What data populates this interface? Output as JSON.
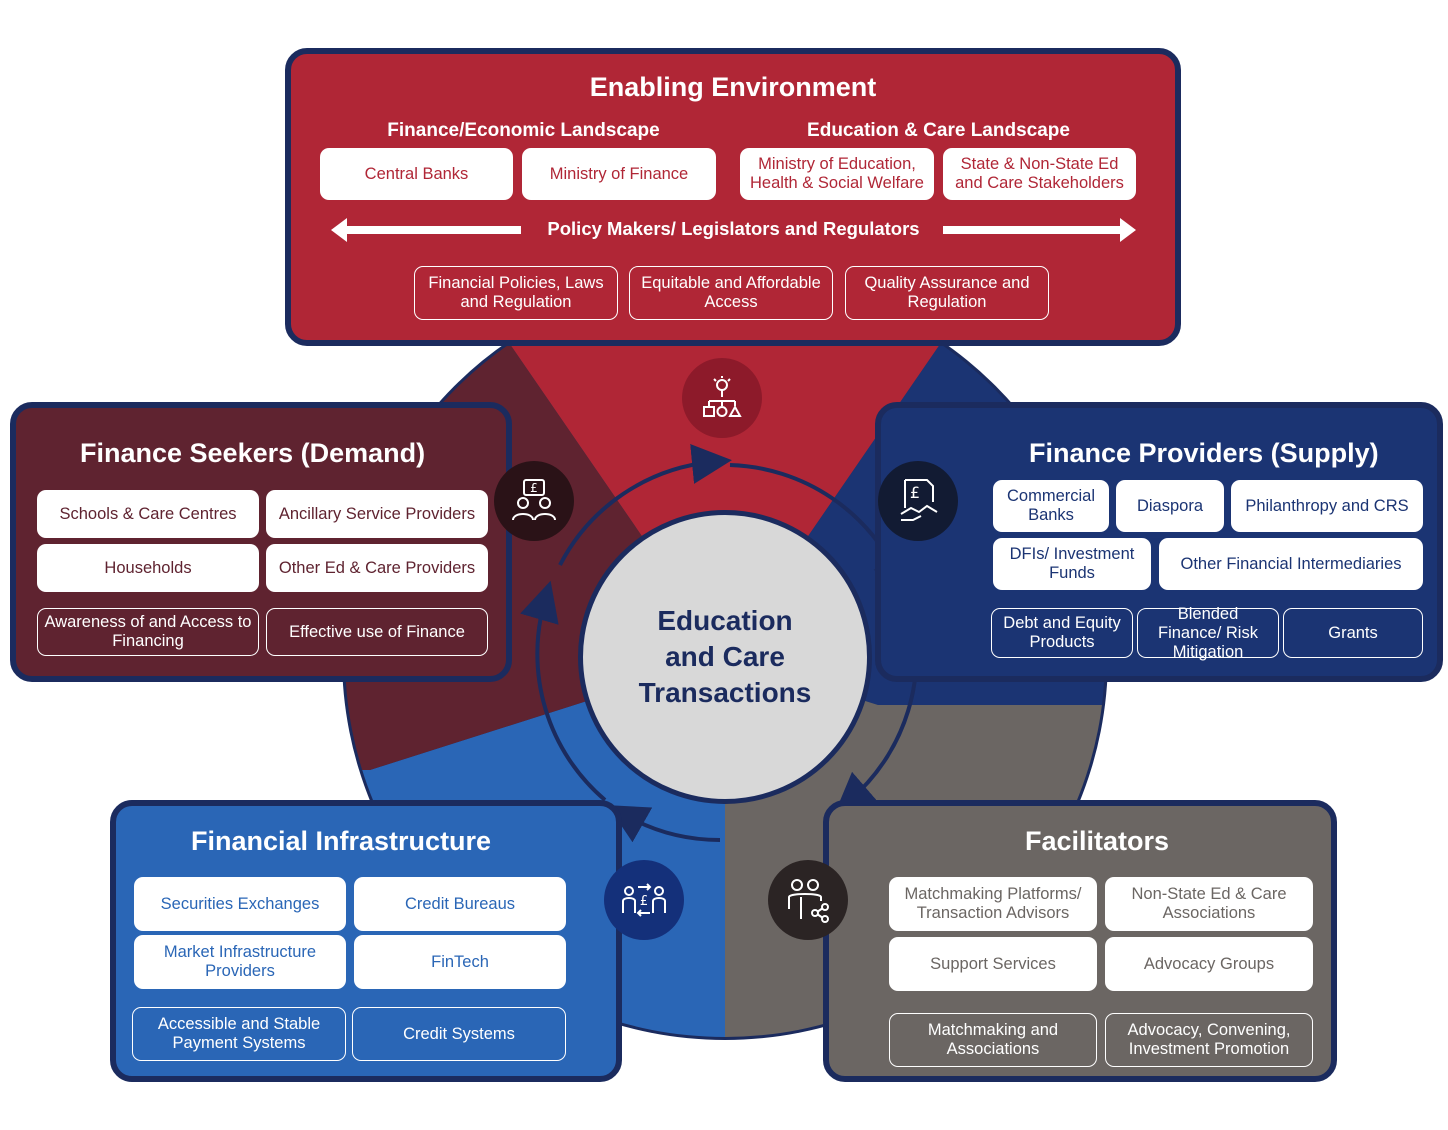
{
  "center": {
    "line1": "Education",
    "line2": "and Care",
    "line3": "Transactions"
  },
  "enabling": {
    "title": "Enabling Environment",
    "finance_landscape": "Finance/Economic Landscape",
    "education_landscape": "Education & Care Landscape",
    "boxes": [
      "Central Banks",
      "Ministry of Finance",
      "Ministry of Education, Health & Social Welfare",
      "State & Non-State Ed and Care Stakeholders"
    ],
    "policy_label": "Policy Makers/ Legislators and Regulators",
    "outline_boxes": [
      "Financial Policies, Laws and Regulation",
      "Equitable and Affordable Access",
      "Quality Assurance and Regulation"
    ]
  },
  "seekers": {
    "title": "Finance Seekers (Demand)",
    "boxes": [
      "Schools & Care Centres",
      "Ancillary Service Providers",
      "Households",
      "Other Ed & Care Providers"
    ],
    "outline_boxes": [
      "Awareness of and Access to Financing",
      "Effective use of Finance"
    ]
  },
  "providers": {
    "title": "Finance Providers (Supply)",
    "boxes": [
      "Commercial Banks",
      "Diaspora",
      "Philanthropy and CRS",
      "DFIs/ Investment Funds",
      "Other Financial Intermediaries"
    ],
    "outline_boxes": [
      "Debt and Equity Products",
      "Blended Finance/ Risk Mitigation",
      "Grants"
    ]
  },
  "infrastructure": {
    "title": "Financial Infrastructure",
    "boxes": [
      "Securities Exchanges",
      "Credit Bureaus",
      "Market Infrastructure Providers",
      "FinTech"
    ],
    "outline_boxes": [
      "Accessible and Stable Payment Systems",
      "Credit Systems"
    ]
  },
  "facilitators": {
    "title": "Facilitators",
    "boxes": [
      "Matchmaking Platforms/ Transaction Advisors",
      "Non-State Ed & Care Associations",
      "Support Services",
      "Advocacy Groups"
    ],
    "outline_boxes": [
      "Matchmaking and Associations",
      "Advocacy, Convening, Investment Promotion"
    ]
  },
  "icons": [
    "lightbulb-network-icon",
    "pound-chat-people-icon",
    "pound-document-handshake-icon",
    "people-exchange-icon",
    "people-network-icon"
  ],
  "colors": {
    "enabling": "#b02636",
    "seekers": "#5f2330",
    "providers": "#1b3473",
    "infrastructure": "#2a66b6",
    "facilitators": "#6b6663",
    "outline": "#1b2b5e",
    "center": "#d8d8d8"
  }
}
